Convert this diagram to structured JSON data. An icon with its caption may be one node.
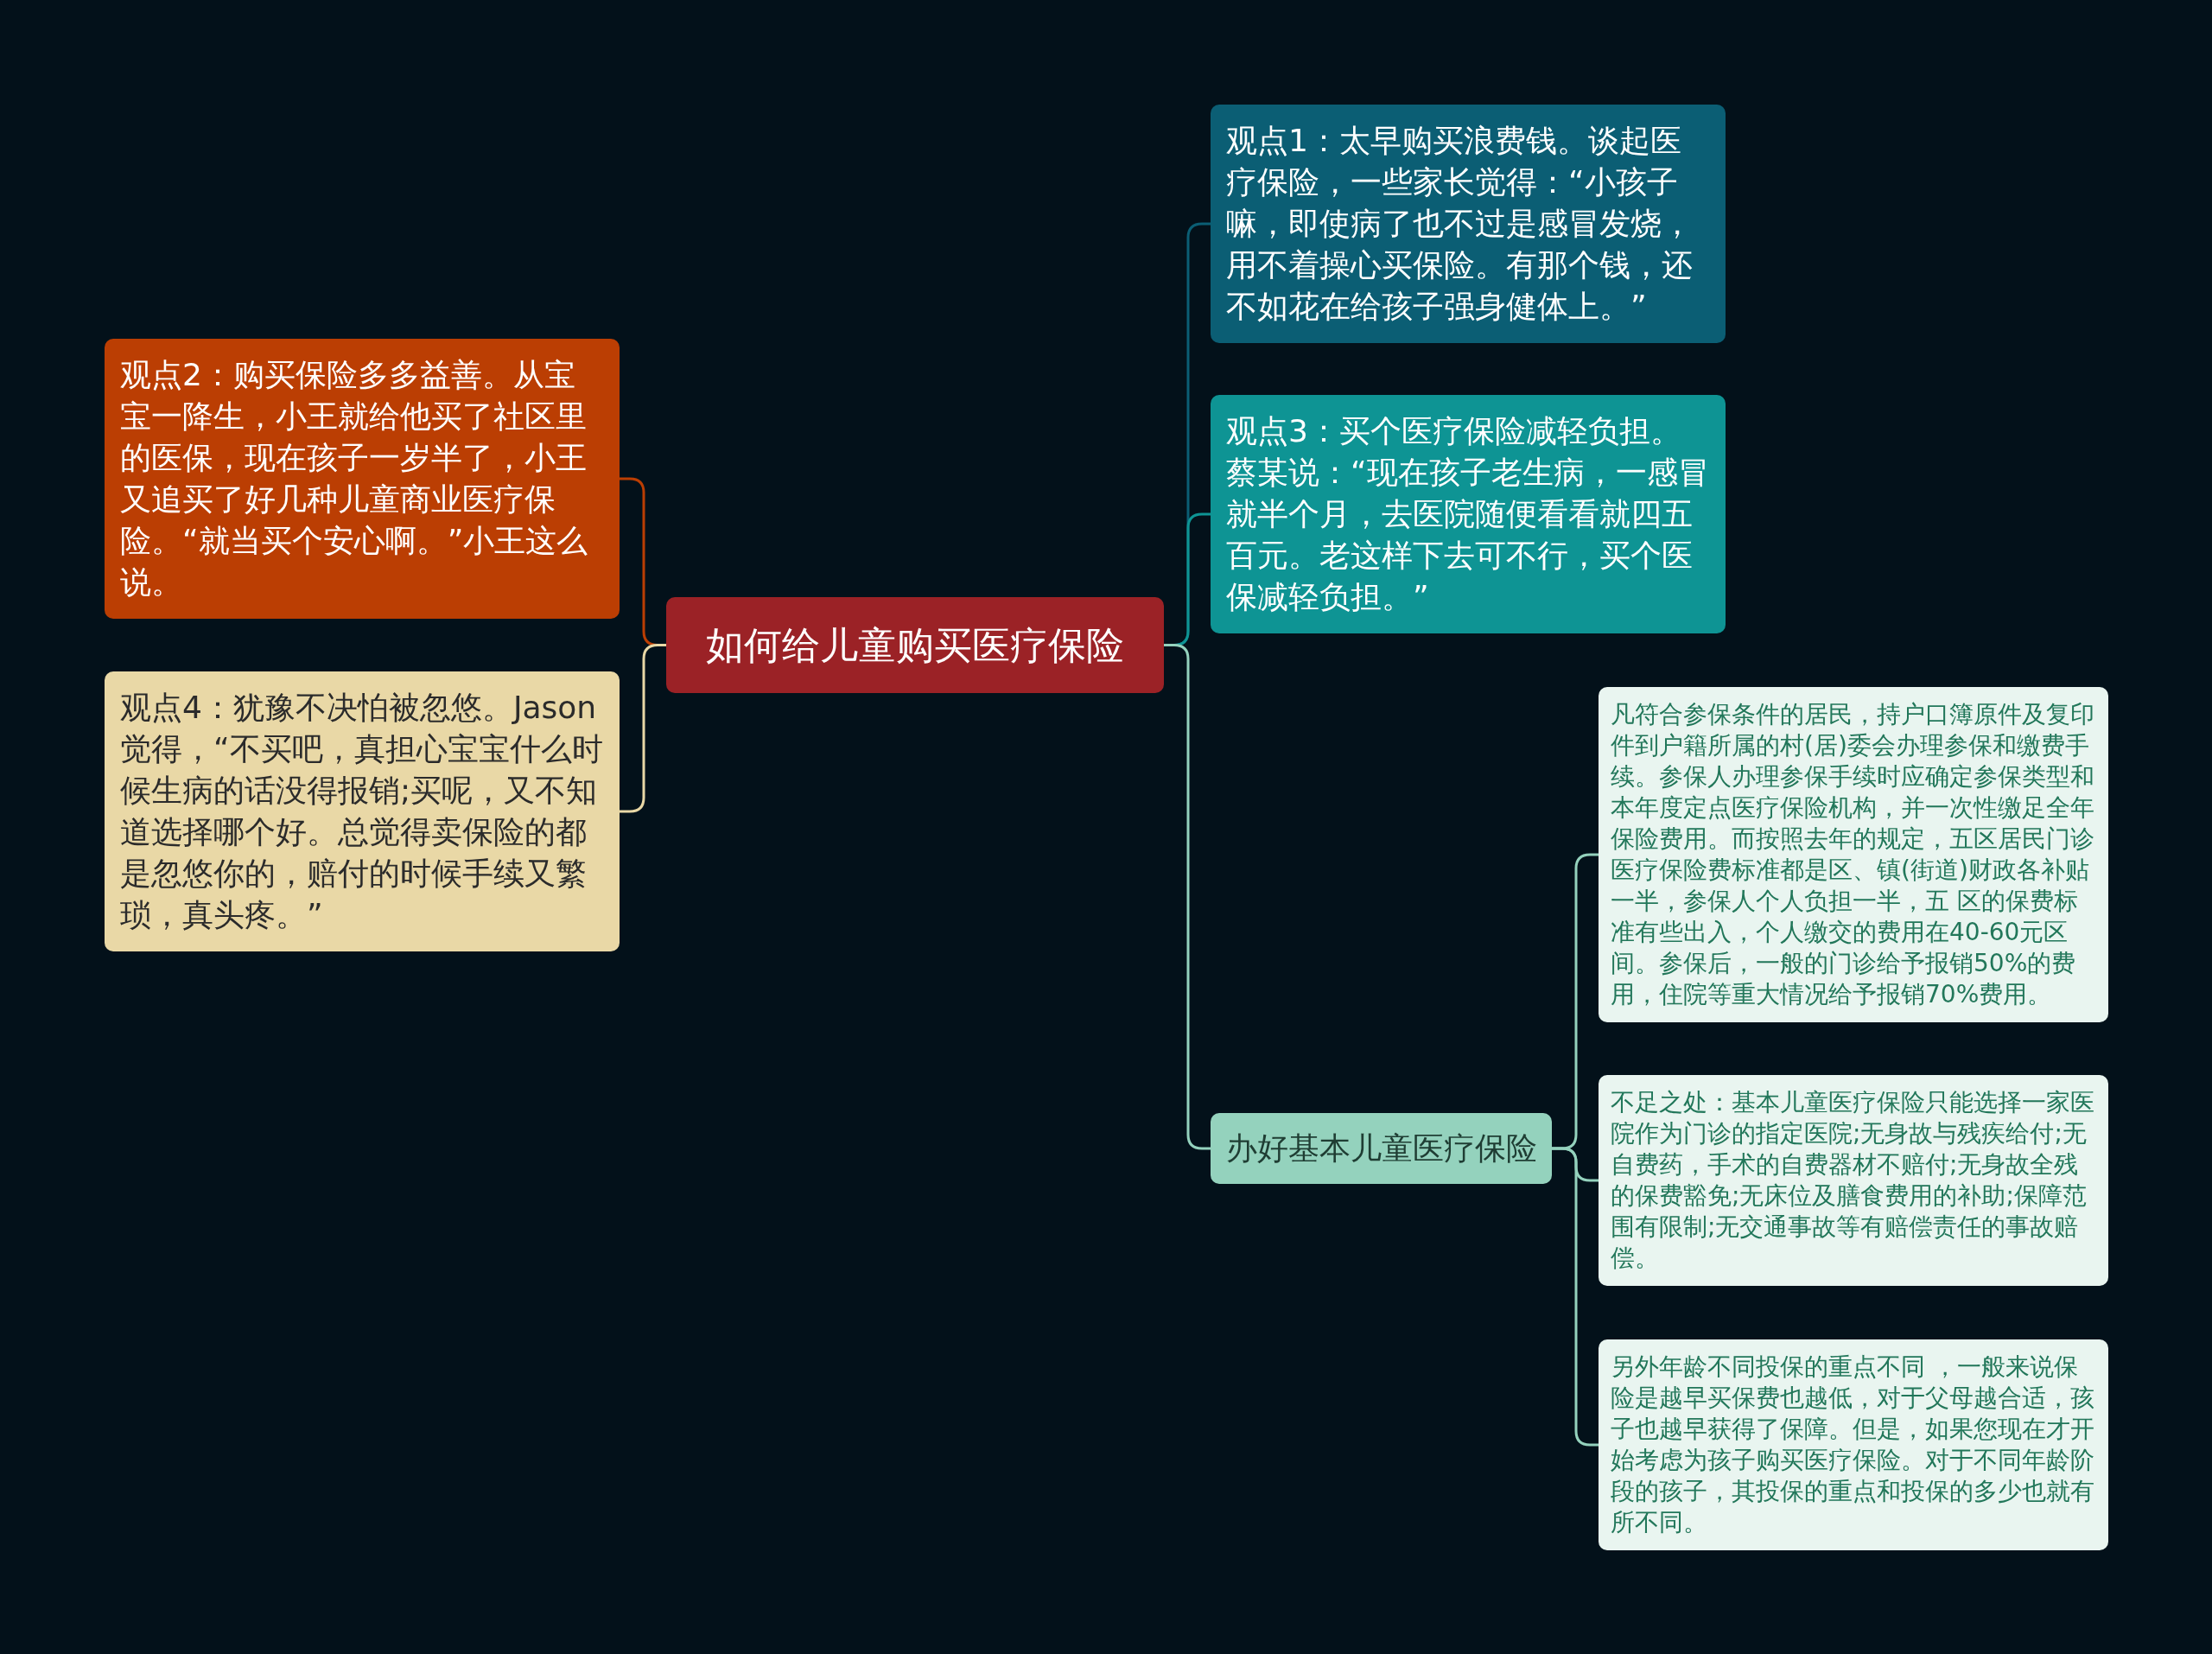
{
  "diagram": {
    "nodes": [
      {
        "text": [
          "如何给儿童购买医疗保险"
        ]
      },
      {
        "text": [
          "观点1：太早购买浪费钱。谈起医疗保险，一些家长觉得：“小孩子嘛，即使病了也不过是感冒发烧，用不着操心买保险。有那个钱，还不如花在给孩子强身健体上。”"
        ]
      },
      {
        "text": [
          "观点3：买个医疗保险减轻负担。蔡某说：“现在孩子老生病，一感冒就半个月，去医院随便看看就四五百元。老这样下去可不行，买个医保减轻负担。”"
        ]
      },
      {
        "text": [
          "办好基本儿童医疗保险"
        ]
      },
      {
        "text": [
          "凡符合参保条件的居民，持户口簿原件及复印件到户籍所属的村(居)委会办理参保和缴费手续。参保人办理参保手续时应确定参保类型和本年度定点医疗保险机构，并一次性缴足全年保险费用。而按照去年的规定，五区居民门诊医疗保险费标准都是区、镇(街道)财政各补贴一半，参保人个人负担一半，五 区的保费标准有些出入，个人缴交的费用在40-60元区间。参保后，一般的门诊给予报销50%的费用，住院等重大情况给予报销70%费用。"
        ]
      },
      {
        "text": [
          "不足之处：基本儿童医疗保险只能选择一家医院作为门诊的指定医院;无身故与残疾给付;无自费药，手术的自费器材不赔付;无身故全残的保费豁免;无床位及膳食费用的补助;保障范围有限制;无交通事故等有赔偿责任的事故赔偿。"
        ]
      },
      {
        "text": [
          "另外年龄不同投保的重点不同 ，一般来说保险是越早买保费也越低，对于父母越合适，孩子也越早获得了保障。但是，如果您现在才开始考虑为孩子购买医疗保险。对于不同年龄阶段的孩子，其投保的重点和投保的多少也就有所不同。"
        ]
      },
      {
        "text": [
          "观点2：购买保险多多益善。从宝宝一降生，小王就给他买了社区里的医保，现在孩子一岁半了，小王又追买了好几种儿童商业医疗保险。“就当买个安心啊。”小王这么说。"
        ]
      },
      {
        "text": [
          "观点4：犹豫不决怕被忽悠。Jason觉得，“不买吧，真担心宝宝什么时候生病的话没得报销;买呢，又不知道选择哪个好。总觉得卖保险的都是忽悠你的，赔付的时候手续又繁琐，真头疼。”"
        ]
      }
    ],
    "edges": [
      {
        "from": 0,
        "to": 1,
        "arrow": "none",
        "color": "#0b5e74"
      },
      {
        "from": 0,
        "to": 2,
        "arrow": "none",
        "color": "#0e9494"
      },
      {
        "from": 0,
        "to": 3,
        "arrow": "none"
      },
      {
        "from": 3,
        "to": 4,
        "arrow": "none"
      },
      {
        "from": 3,
        "to": 5,
        "arrow": "none"
      },
      {
        "from": 3,
        "to": 6,
        "arrow": "none"
      },
      {
        "from": 0,
        "to": 7,
        "arrow": "none",
        "color": "#bb3e03"
      },
      {
        "from": 0,
        "to": 8,
        "arrow": "none",
        "color": "#e9d8a6"
      }
    ]
  }
}
